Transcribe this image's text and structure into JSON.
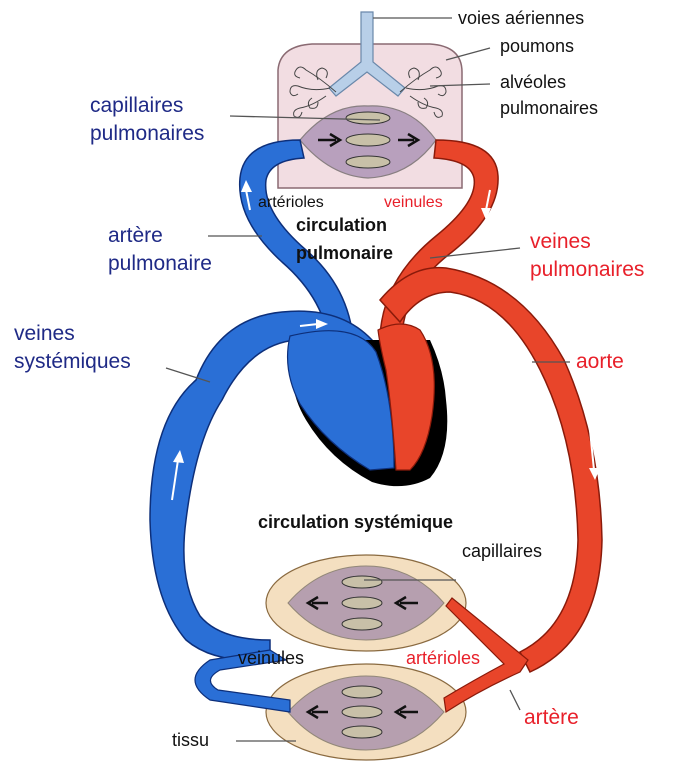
{
  "colors": {
    "deoxygenated": "#2a6fd6",
    "oxygenated": "#e8452a",
    "label_blue": "#1f2a86",
    "label_red": "#e8202a",
    "tissue": "#f4dfc0",
    "lung": "#f2dde2"
  },
  "labels": {
    "voies_aeriennes": "voies aériennes",
    "poumons": "poumons",
    "alveoles_1": "alvéoles",
    "alveoles_2": "pulmonaires",
    "capillaires_pulm_1": "capillaires",
    "capillaires_pulm_2": "pulmonaires",
    "arterioles_top": "artérioles",
    "veinules_top": "veinules",
    "circulation_pulm_1": "circulation",
    "circulation_pulm_2": "pulmonaire",
    "artere_pulm_1": "artère",
    "artere_pulm_2": "pulmonaire",
    "veines_pulm_1": "veines",
    "veines_pulm_2": "pulmonaires",
    "veines_syst_1": "veines",
    "veines_syst_2": "systémiques",
    "aorte": "aorte",
    "circulation_syst": "circulation systémique",
    "capillaires": "capillaires",
    "veinules_bottom": "veinules",
    "arterioles_bottom": "artérioles",
    "artere": "artère",
    "tissu": "tissu"
  }
}
